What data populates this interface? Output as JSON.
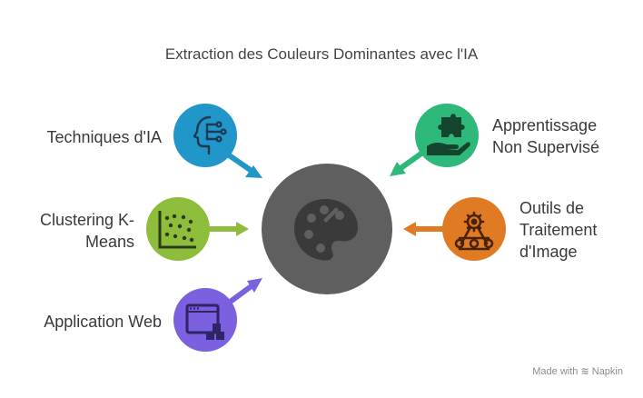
{
  "title": "Extraction des Couleurs Dominantes avec l'IA",
  "center": {
    "icon": "palette-icon",
    "color": "#5f5f5f"
  },
  "nodes": [
    {
      "id": "techniques",
      "label": "Techniques d'IA",
      "icon": "ai-head-icon",
      "color": "#2196c9"
    },
    {
      "id": "clustering",
      "label": "Clustering K-Means",
      "label_lines": [
        "Clustering K-",
        "Means"
      ],
      "icon": "scatter-plot-icon",
      "color": "#8dbd3b"
    },
    {
      "id": "webapp",
      "label": "Application Web",
      "icon": "web-window-icon",
      "color": "#7b61e0"
    },
    {
      "id": "unsupervised",
      "label": "Apprentissage Non Supervisé",
      "label_lines": [
        "Apprentissage",
        "Non Supervisé"
      ],
      "icon": "hand-puzzle-icon",
      "color": "#2eb87a"
    },
    {
      "id": "tools",
      "label": "Outils de Traitement d'Image",
      "label_lines": [
        "Outils de",
        "Traitement",
        "d'Image"
      ],
      "icon": "conveyor-gear-icon",
      "color": "#e07b24"
    }
  ],
  "footer": {
    "prefix": "Made with",
    "brand": "Napkin"
  }
}
